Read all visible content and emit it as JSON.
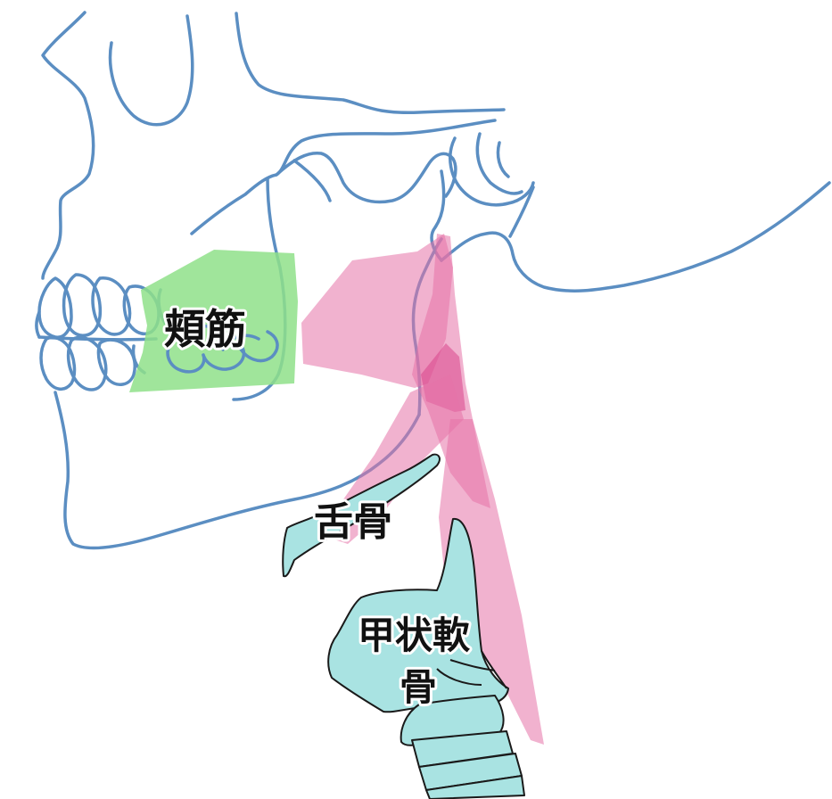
{
  "labels": {
    "buccinator": "頬筋",
    "hyoid": "舌骨",
    "thyroid_line1": "甲状軟",
    "thyroid_line2": "骨"
  },
  "colors": {
    "outline": "#5b8ec2",
    "bone": "#a9e3e2",
    "buccinator": "#8fe08a",
    "muscle": "#e572a8"
  }
}
